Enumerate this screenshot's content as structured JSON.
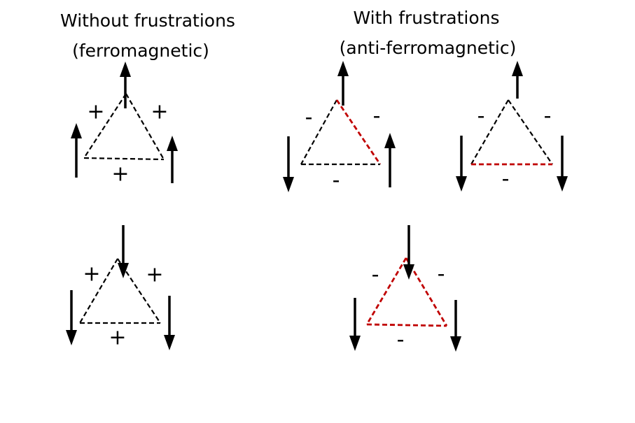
{
  "titles": {
    "left_line1": "Without frustrations",
    "left_line2": "(ferromagnetic)",
    "right_line1": "With frustrations",
    "right_line2": "(anti-ferromagnetic)"
  },
  "colors": {
    "normal_bond": "#000000",
    "frustrated_bond": "#c00000",
    "arrow": "#000000"
  },
  "triangles": [
    {
      "id": "ferro-up",
      "spins": [
        "up",
        "up",
        "up"
      ],
      "bonds": [
        {
          "edge": "left",
          "sign": "+",
          "frustrated": false
        },
        {
          "edge": "right",
          "sign": "+",
          "frustrated": false
        },
        {
          "edge": "bottom",
          "sign": "+",
          "frustrated": false
        }
      ]
    },
    {
      "id": "ferro-down",
      "spins": [
        "down",
        "down",
        "down"
      ],
      "bonds": [
        {
          "edge": "left",
          "sign": "+",
          "frustrated": false
        },
        {
          "edge": "right",
          "sign": "+",
          "frustrated": false
        },
        {
          "edge": "bottom",
          "sign": "+",
          "frustrated": false
        }
      ]
    },
    {
      "id": "antiferro-1",
      "spins": [
        "up",
        "down",
        "up"
      ],
      "bonds": [
        {
          "edge": "left",
          "sign": "-",
          "frustrated": false
        },
        {
          "edge": "right",
          "sign": "-",
          "frustrated": true
        },
        {
          "edge": "bottom",
          "sign": "-",
          "frustrated": false
        }
      ]
    },
    {
      "id": "antiferro-2",
      "spins": [
        "up",
        "down",
        "down"
      ],
      "bonds": [
        {
          "edge": "left",
          "sign": "-",
          "frustrated": false
        },
        {
          "edge": "right",
          "sign": "-",
          "frustrated": false
        },
        {
          "edge": "bottom",
          "sign": "-",
          "frustrated": true
        }
      ]
    },
    {
      "id": "antiferro-3",
      "spins": [
        "down",
        "down",
        "down"
      ],
      "bonds": [
        {
          "edge": "left",
          "sign": "-",
          "frustrated": true
        },
        {
          "edge": "right",
          "sign": "-",
          "frustrated": true
        },
        {
          "edge": "bottom",
          "sign": "-",
          "frustrated": true
        }
      ]
    }
  ]
}
